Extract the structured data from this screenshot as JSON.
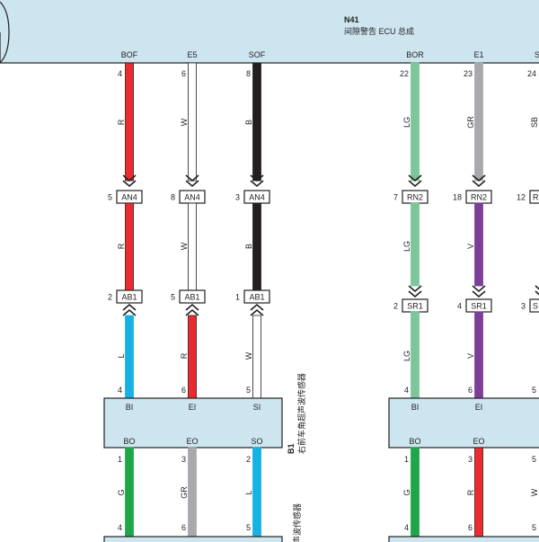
{
  "header": {
    "id": "N41",
    "name": "间隙警告 ECU 总成"
  },
  "ecu_pins": [
    {
      "label": "BOF",
      "num": "4"
    },
    {
      "label": "E5",
      "num": "6"
    },
    {
      "label": "SOF",
      "num": "8"
    },
    {
      "label": "BOR",
      "num": "22"
    },
    {
      "label": "E1",
      "num": "23"
    },
    {
      "label": "S",
      "num": "24"
    }
  ],
  "wire_codes_upper": [
    "R",
    "W",
    "B",
    "LG",
    "GR",
    "SB"
  ],
  "connector_an4": [
    {
      "pin": "5",
      "label": "AN4"
    },
    {
      "pin": "8",
      "label": "AN4"
    },
    {
      "pin": "3",
      "label": "AN4"
    }
  ],
  "connector_rn2": [
    {
      "pin": "7",
      "label": "RN2"
    },
    {
      "pin": "18",
      "label": "RN2"
    },
    {
      "pin": "12",
      "label": "R"
    }
  ],
  "wire_codes_middle": [
    "R",
    "W",
    "B",
    "LG",
    "V"
  ],
  "connector_ab1": [
    {
      "pin": "2",
      "label": "AB1"
    },
    {
      "pin": "5",
      "label": "AB1"
    },
    {
      "pin": "1",
      "label": "AB1"
    }
  ],
  "connector_sr1": [
    {
      "pin": "2",
      "label": "SR1"
    },
    {
      "pin": "4",
      "label": "SR1"
    },
    {
      "pin": "3",
      "label": "S"
    }
  ],
  "wire_codes_lower": [
    "L",
    "R",
    "W",
    "LG",
    "V"
  ],
  "sensor_in_nums": [
    "4",
    "6",
    "5",
    "4",
    "6",
    "5"
  ],
  "sensor_in_labels": [
    "BI",
    "EI",
    "SI",
    "BI",
    "EI"
  ],
  "sensor_out_labels": [
    "BO",
    "EO",
    "SO",
    "BO",
    "EO"
  ],
  "sensor_out_nums": [
    "1",
    "3",
    "2",
    "1",
    "3",
    "5"
  ],
  "wire_codes_bottom": [
    "G",
    "GR",
    "L",
    "G",
    "R",
    "W"
  ],
  "bottom_nums": [
    "4",
    "6",
    "5",
    "4",
    "6",
    "5"
  ],
  "sensor_b1": {
    "id": "B1",
    "name": "右前车角超声波传感器"
  },
  "sensor_next": {
    "name": "声波传感器"
  },
  "colors": {
    "R": "#ee2a2f",
    "W": "#ffffff",
    "B": "#231f20",
    "LG": "#7dc59b",
    "GR": "#a7a9ac",
    "SB": "#2bb5e6",
    "V": "#7b3f98",
    "L": "#17b1e4",
    "G": "#1fa64b",
    "box_fill": "#cce5ef"
  }
}
